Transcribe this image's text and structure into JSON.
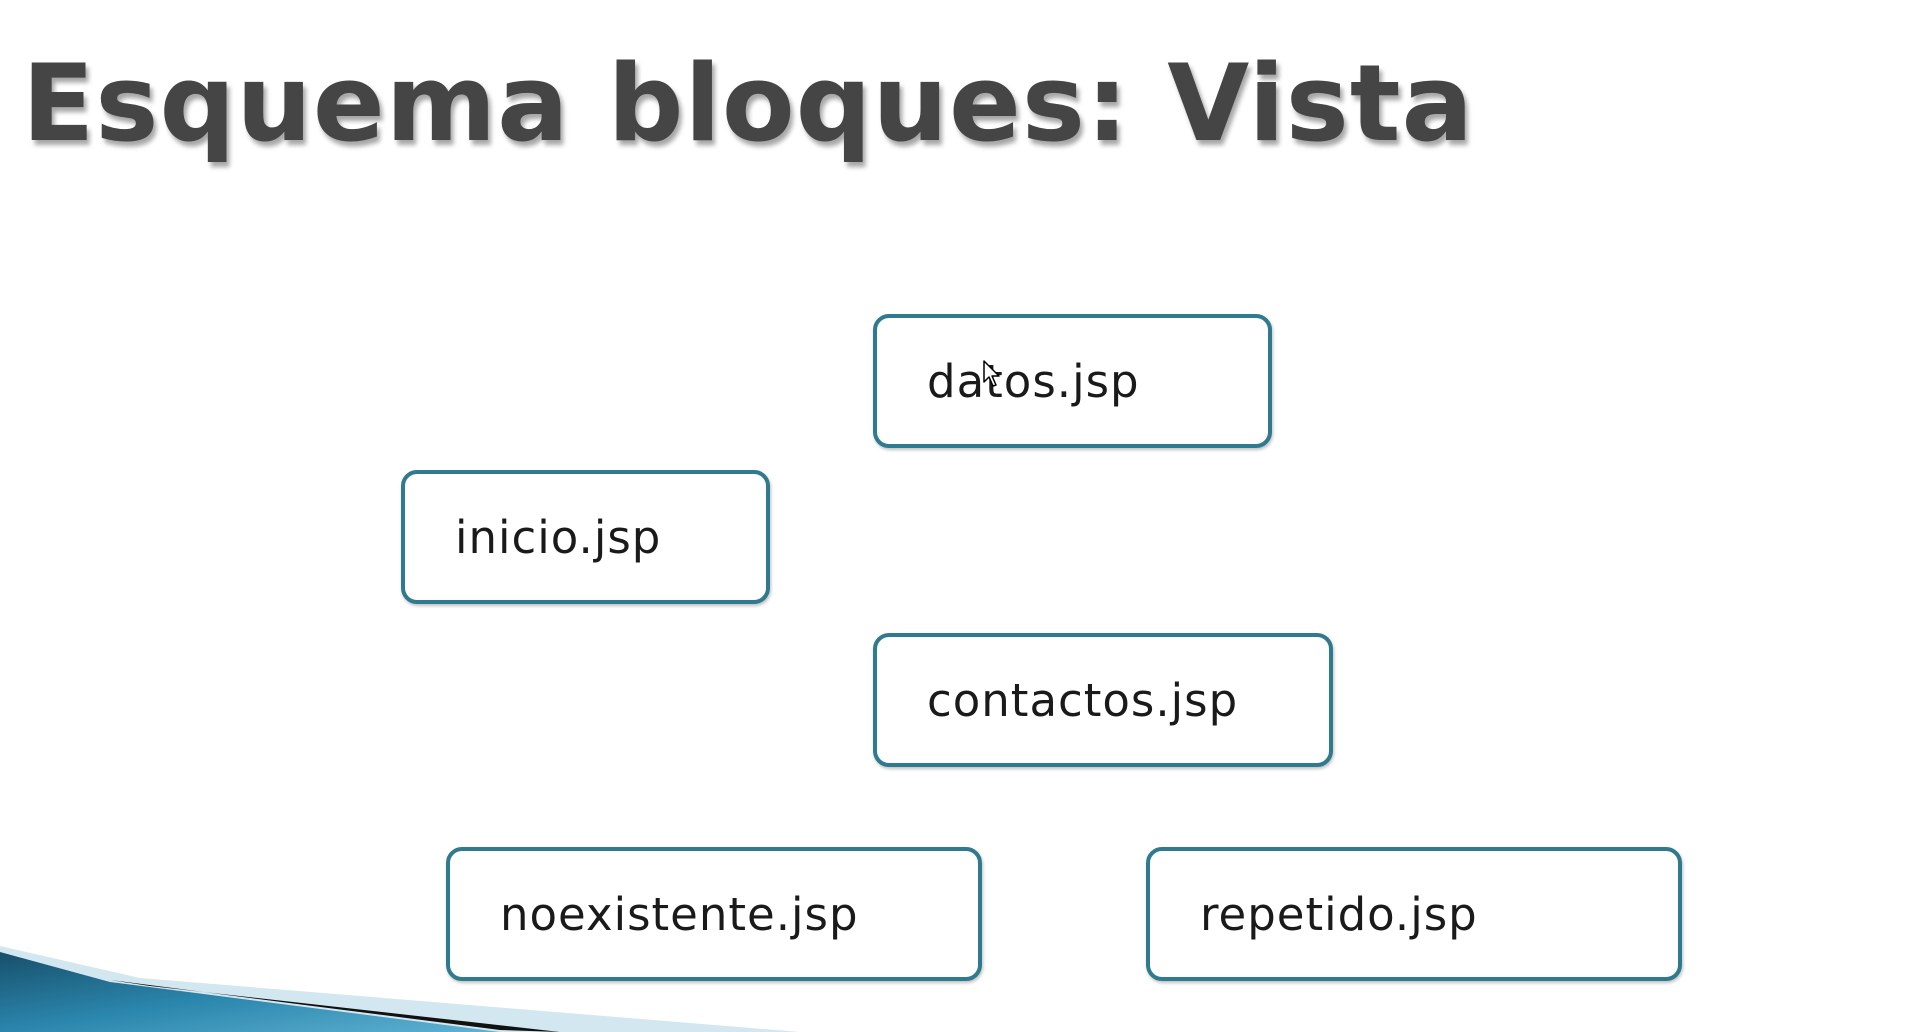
{
  "slide": {
    "title": "Esquema bloques: Vista"
  },
  "nodes": [
    {
      "id": "datos",
      "label": "datos.jsp"
    },
    {
      "id": "inicio",
      "label": "inicio.jsp"
    },
    {
      "id": "contactos",
      "label": "contactos.jsp"
    },
    {
      "id": "noexistente",
      "label": "noexistente.jsp"
    },
    {
      "id": "repetido",
      "label": "repetido.jsp"
    }
  ],
  "colors": {
    "node_border": "#2f7a8e",
    "title_text": "#454545",
    "decor_blue": "#1f6f91",
    "decor_light": "#bcd9e6"
  },
  "icons": {
    "cursor": "mouse-pointer-icon"
  }
}
